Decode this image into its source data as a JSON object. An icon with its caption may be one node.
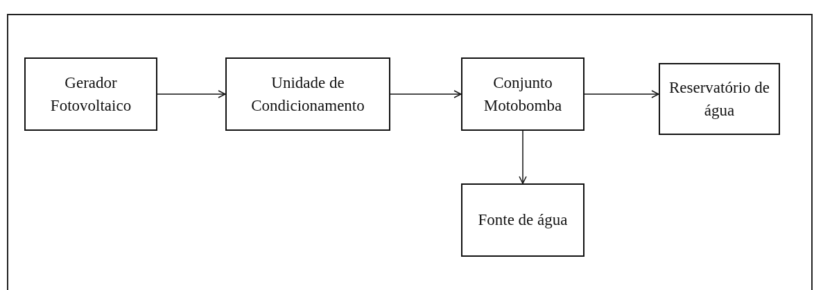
{
  "diagram": {
    "nodes": [
      {
        "text": [
          "Gerador Fotovoltaico"
        ]
      },
      {
        "text": [
          "Unidade de Condicionamento"
        ]
      },
      {
        "text": [
          "Conjunto Motobomba"
        ]
      },
      {
        "text": [
          "Reservatório de água"
        ]
      },
      {
        "text": [
          "Fonte de água"
        ]
      }
    ],
    "edges": [
      {
        "from": 0,
        "to": 1,
        "arrow": "to"
      },
      {
        "from": 1,
        "to": 2,
        "arrow": "to"
      },
      {
        "from": 2,
        "to": 3,
        "arrow": "to"
      },
      {
        "from": 2,
        "to": 4,
        "arrow": "to"
      }
    ]
  }
}
